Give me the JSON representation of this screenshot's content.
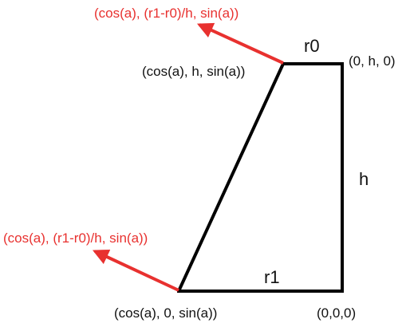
{
  "labels": {
    "top_vector": "(cos(a), (r1-r0)/h, sin(a))",
    "bottom_vector": "(cos(a), (r1-r0)/h, sin(a))",
    "top_left_point": "(cos(a), h, sin(a))",
    "top_right_point": "(0, h, 0)",
    "bottom_left_point": "(cos(a), 0, sin(a))",
    "bottom_right_point": "(0,0,0)",
    "r0": "r0",
    "r1": "r1",
    "h": "h"
  },
  "colors": {
    "edge": "#000000",
    "vector": "#e8312f",
    "text": "#111111",
    "vector_text": "#e8312f"
  }
}
